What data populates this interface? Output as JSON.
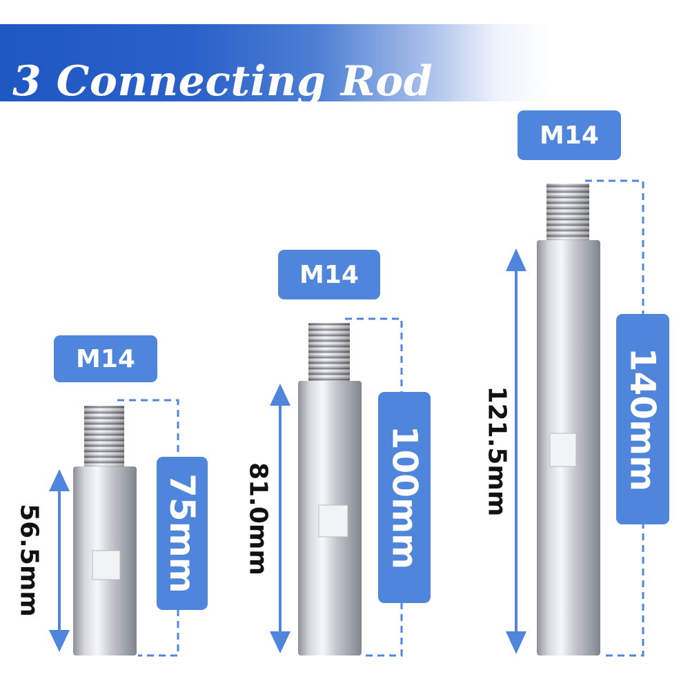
{
  "title": "3 Connecting Rod",
  "colors": {
    "banner": "#1f57c3",
    "badge": "#4f86dc",
    "arrow": "#4f86dc",
    "dashed": "#4f86dc"
  },
  "rods": [
    {
      "thread": "M14",
      "total_length": "75mm",
      "body_length": "56.5mm"
    },
    {
      "thread": "M14",
      "total_length": "100mm",
      "body_length": "81.0mm"
    },
    {
      "thread": "M14",
      "total_length": "140mm",
      "body_length": "121.5mm"
    }
  ]
}
